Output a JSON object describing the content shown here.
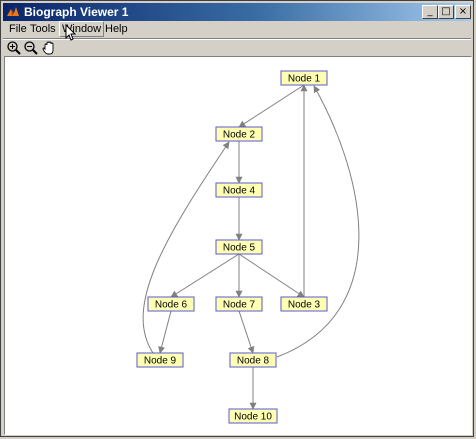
{
  "window": {
    "title": "Biograph Viewer 1",
    "buttons": {
      "minimize": "_",
      "maximize": "□",
      "close": "×"
    }
  },
  "menu": {
    "items": [
      {
        "id": "file",
        "label": "File"
      },
      {
        "id": "tools",
        "label": "Tools"
      },
      {
        "id": "window",
        "label": "Window"
      },
      {
        "id": "help",
        "label": "Help"
      }
    ]
  },
  "toolbar": {
    "tools": [
      "zoom-in-icon",
      "zoom-out-icon",
      "pan-hand-icon"
    ]
  },
  "graph": {
    "nodes": [
      {
        "id": "n1",
        "label": "Node 1"
      },
      {
        "id": "n2",
        "label": "Node 2"
      },
      {
        "id": "n4",
        "label": "Node 4"
      },
      {
        "id": "n5",
        "label": "Node 5"
      },
      {
        "id": "n6",
        "label": "Node 6"
      },
      {
        "id": "n7",
        "label": "Node 7"
      },
      {
        "id": "n3",
        "label": "Node 3"
      },
      {
        "id": "n9",
        "label": "Node 9"
      },
      {
        "id": "n8",
        "label": "Node 8"
      },
      {
        "id": "n10",
        "label": "Node 10"
      }
    ],
    "edges": [
      {
        "from": "n1",
        "to": "n2"
      },
      {
        "from": "n2",
        "to": "n4"
      },
      {
        "from": "n4",
        "to": "n5"
      },
      {
        "from": "n5",
        "to": "n6"
      },
      {
        "from": "n5",
        "to": "n7"
      },
      {
        "from": "n5",
        "to": "n3"
      },
      {
        "from": "n3",
        "to": "n1"
      },
      {
        "from": "n6",
        "to": "n9"
      },
      {
        "from": "n9",
        "to": "n2"
      },
      {
        "from": "n7",
        "to": "n8"
      },
      {
        "from": "n8",
        "to": "n10"
      },
      {
        "from": "n8",
        "to": "n1"
      }
    ],
    "colors": {
      "node_fill": "#ffffb4",
      "node_border": "#5a5ad2",
      "edge": "#808080"
    }
  }
}
